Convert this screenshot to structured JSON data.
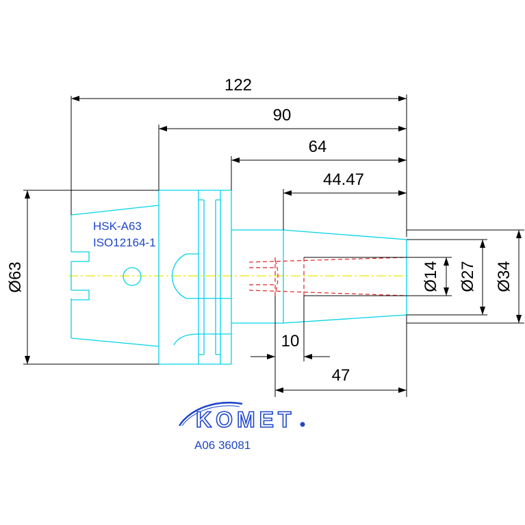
{
  "dimensions": {
    "overall_length": "122",
    "length_90": "90",
    "length_64": "64",
    "length_44_47": "44.47",
    "length_10": "10",
    "length_47": "47",
    "dia_63": "Ø63",
    "dia_14": "Ø14",
    "dia_27": "Ø27",
    "dia_34": "Ø34"
  },
  "labels": {
    "interface": "HSK-A63",
    "standard": "ISO12164-1"
  },
  "brand": {
    "name": "KOMET",
    "article_number": "A06 36081"
  },
  "colors": {
    "outline": "#00d2e6",
    "dimension": "#000000",
    "hidden_bore": "#e02020",
    "centerline": "#e6e600",
    "brand": "#1e46c8"
  }
}
